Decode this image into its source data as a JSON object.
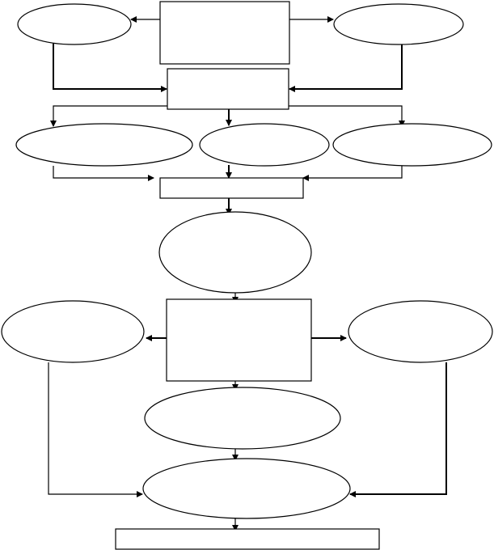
{
  "diagram": {
    "type": "flowchart",
    "line_color": "#000000",
    "background_color": "#ffffff",
    "nodes": [
      {
        "id": "top-box",
        "shape": "rect",
        "label": ""
      },
      {
        "id": "top-left-ellipse",
        "shape": "ellipse",
        "label": ""
      },
      {
        "id": "top-right-ellipse",
        "shape": "ellipse",
        "label": ""
      },
      {
        "id": "merge-box-1",
        "shape": "rect",
        "label": ""
      },
      {
        "id": "row2-left-ellipse",
        "shape": "ellipse",
        "label": ""
      },
      {
        "id": "row2-center-ellipse",
        "shape": "ellipse",
        "label": ""
      },
      {
        "id": "row2-right-ellipse",
        "shape": "ellipse",
        "label": ""
      },
      {
        "id": "merge-box-2",
        "shape": "rect",
        "label": ""
      },
      {
        "id": "center-ellipse",
        "shape": "ellipse",
        "label": ""
      },
      {
        "id": "middle-box",
        "shape": "rect",
        "label": ""
      },
      {
        "id": "mid-left-ellipse",
        "shape": "ellipse",
        "label": ""
      },
      {
        "id": "mid-right-ellipse",
        "shape": "ellipse",
        "label": ""
      },
      {
        "id": "lower-ellipse",
        "shape": "ellipse",
        "label": ""
      },
      {
        "id": "bottom-ellipse",
        "shape": "ellipse",
        "label": ""
      },
      {
        "id": "bottom-box",
        "shape": "rect",
        "label": ""
      }
    ],
    "edges": [
      {
        "from": "top-box",
        "to": "top-left-ellipse"
      },
      {
        "from": "top-box",
        "to": "top-right-ellipse"
      },
      {
        "from": "top-left-ellipse",
        "to": "merge-box-1"
      },
      {
        "from": "top-right-ellipse",
        "to": "merge-box-1"
      },
      {
        "from": "merge-box-1",
        "to": "row2-left-ellipse"
      },
      {
        "from": "merge-box-1",
        "to": "row2-center-ellipse"
      },
      {
        "from": "merge-box-1",
        "to": "row2-right-ellipse"
      },
      {
        "from": "row2-left-ellipse",
        "to": "merge-box-2"
      },
      {
        "from": "row2-center-ellipse",
        "to": "merge-box-2"
      },
      {
        "from": "row2-right-ellipse",
        "to": "merge-box-2"
      },
      {
        "from": "merge-box-2",
        "to": "center-ellipse"
      },
      {
        "from": "center-ellipse",
        "to": "middle-box"
      },
      {
        "from": "middle-box",
        "to": "mid-left-ellipse"
      },
      {
        "from": "middle-box",
        "to": "mid-right-ellipse"
      },
      {
        "from": "middle-box",
        "to": "lower-ellipse"
      },
      {
        "from": "lower-ellipse",
        "to": "bottom-ellipse"
      },
      {
        "from": "mid-left-ellipse",
        "to": "bottom-ellipse"
      },
      {
        "from": "mid-right-ellipse",
        "to": "bottom-ellipse"
      },
      {
        "from": "bottom-ellipse",
        "to": "bottom-box"
      }
    ]
  }
}
